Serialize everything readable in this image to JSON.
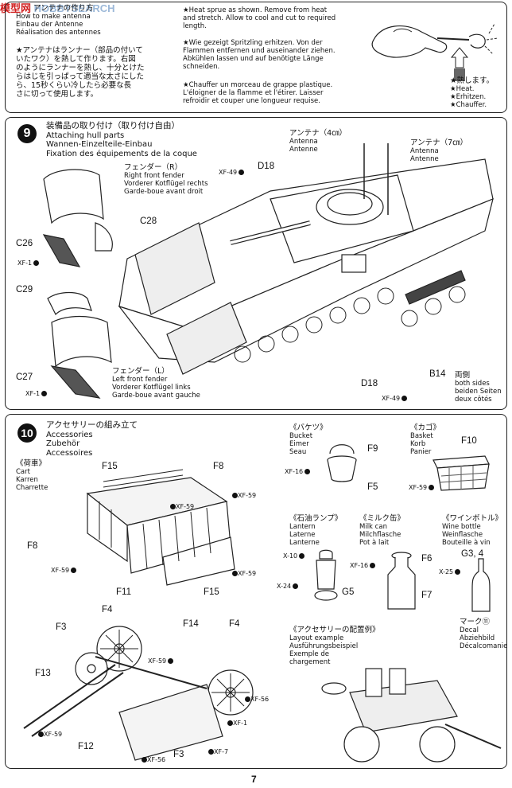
{
  "watermark": {
    "cn": "模型网",
    "en": "HOBBYSEARCH"
  },
  "antenna_box": {
    "jp_title": "アンテナの作り方",
    "titles": [
      "How to make antenna",
      "Einbau der Antenne",
      "Réalisation des antennes"
    ],
    "jp_body": [
      "★アンテナはランナー（部品の付いて",
      "いたワク）を熱して作ります。右図",
      "のようにランナーを熱し、十分とけた",
      "らはじを引っぱって適当な太さにした",
      "ら、15秒くらい冷したら必要な長",
      "さに切って使用します。"
    ],
    "en": [
      "★Heat sprue as shown. Remove from heat",
      "and stretch. Allow to cool and cut to required",
      "length."
    ],
    "de": [
      "★Wie gezeigt Spritzling erhitzen. Von der",
      "Flammen entfernen und auseinander ziehen.",
      "Abkühlen lassen und auf benötigte Länge",
      "schneiden."
    ],
    "fr": [
      "★Chauffer un morceau de grappe plastique.",
      "L'éloigner de la flamme et l'étirer. Laisser",
      "refroidir et couper une longueur requise."
    ],
    "heat": [
      "★熱します。",
      "★Heat.",
      "★Erhitzen.",
      "★Chauffer."
    ]
  },
  "step9": {
    "number": "9",
    "title_jp": "装備品の取り付け（取り付け自由）",
    "titles": [
      "Attaching hull parts",
      "Wannen-Einzelteile-Einbau",
      "Fixation des équipements de la coque"
    ],
    "fender_r": {
      "jp": "フェンダー（R）",
      "lines": [
        "Right front fender",
        "Vorderer Kotflügel rechts",
        "Garde-boue avant droit"
      ]
    },
    "fender_l": {
      "jp": "フェンダー（L）",
      "lines": [
        "Left front fender",
        "Vorderer Kotflügel links",
        "Garde-boue avant gauche"
      ]
    },
    "antenna4": {
      "jp": "アンテナ（4㎝）",
      "lines": [
        "Antenna",
        "Antenne"
      ]
    },
    "antenna7": {
      "jp": "アンテナ（7㎝）",
      "lines": [
        "Antenna",
        "Antenne"
      ]
    },
    "parts": {
      "d18a": "D18",
      "c28": "C28",
      "c26": "C26",
      "c29": "C29",
      "c27": "C27",
      "d18b": "D18",
      "b14": "B14"
    },
    "paints": {
      "xf49a": "XF-49",
      "xf1a": "XF-1",
      "xf1b": "XF-1",
      "xf49b": "XF-49"
    },
    "b14_note": {
      "jp": "両側",
      "lines": [
        "both sides",
        "beiden Seiten",
        "deux côtés"
      ]
    }
  },
  "step10": {
    "number": "10",
    "title_jp": "アクセサリーの組み立て",
    "titles": [
      "Accessories",
      "Zubehör",
      "Accessoires"
    ],
    "cart": {
      "jp": "《荷車》",
      "lines": [
        "Cart",
        "Karren",
        "Charrette"
      ]
    },
    "bucket": {
      "jp": "《バケツ》",
      "lines": [
        "Bucket",
        "Eimer",
        "Seau"
      ]
    },
    "basket": {
      "jp": "《カゴ》",
      "lines": [
        "Basket",
        "Korb",
        "Panier"
      ]
    },
    "lantern": {
      "jp": "《石油ランプ》",
      "lines": [
        "Lantern",
        "Laterne",
        "Lanterne"
      ]
    },
    "milkcan": {
      "jp": "《ミルク缶》",
      "lines": [
        "Milk can",
        "Milchflasche",
        "Pot à lait"
      ]
    },
    "wine": {
      "jp": "《ワインボトル》",
      "lines": [
        "Wine bottle",
        "Weinflasche",
        "Bouteille à vin"
      ]
    },
    "layout": {
      "jp": "《アクセサリーの配置例》",
      "lines": [
        "Layout example",
        "Ausführungsbeispiel",
        "Exemple de",
        "chargement"
      ]
    },
    "decal": {
      "jp": "マーク",
      "num": "⑪",
      "lines": [
        "Decal",
        "Abziehbild",
        "Décalcomanie"
      ]
    },
    "parts": {
      "f15a": "F15",
      "f8a": "F8",
      "f8b": "F8",
      "f11": "F11",
      "f15b": "F15",
      "f9": "F9",
      "f5": "F5",
      "f10": "F10",
      "f6": "F6",
      "f7": "F7",
      "g5": "G5",
      "g34": "G3, 4",
      "f4a": "F4",
      "f14": "F14",
      "f4b": "F4",
      "f3a": "F3",
      "f13": "F13",
      "f12": "F12",
      "f3b": "F3"
    },
    "paints": {
      "xf59a": "XF-59",
      "xf59b": "XF-59",
      "xf59c": "XF-59",
      "xf59d": "XF-59",
      "xf16a": "XF-16",
      "xf59e": "XF-59",
      "x10": "X-10",
      "x24": "X-24",
      "xf16b": "XF-16",
      "x25": "X-25",
      "xf59f": "XF-59",
      "xf56a": "XF-56",
      "xf1": "XF-1",
      "xf59g": "XF-59",
      "xf7": "XF-7",
      "xf56b": "XF-56"
    }
  },
  "page_number": "7"
}
